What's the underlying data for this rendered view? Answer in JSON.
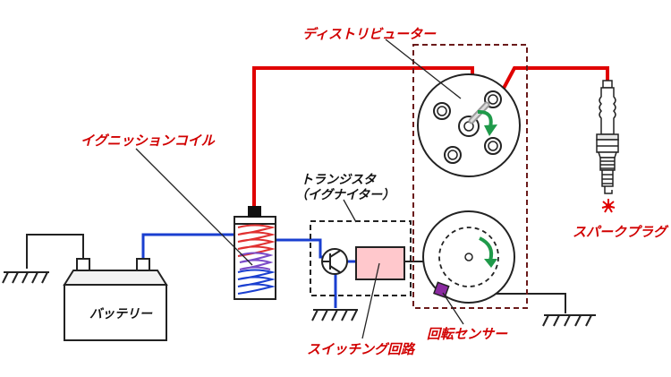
{
  "labels": {
    "distributor": "ディストリビューター",
    "ignition_coil": "イグニッションコイル",
    "transistor_line1": "トランジスタ",
    "transistor_line2": "（イグナイター）",
    "spark_plug": "スパークプラグ",
    "battery": "バッテリー",
    "switching_circuit": "スイッチング回路",
    "rotation_sensor": "回転センサー"
  },
  "colors": {
    "high_voltage_wire": "#e00000",
    "low_voltage_wire": "#1a3fd0",
    "label_red": "#d10000",
    "coil_primary": "#7a4bc8",
    "coil_secondary": "#e03030",
    "arrow": "#1f9a4a",
    "switch_box": "#ffc8cc",
    "sensor": "#8a2aa0"
  }
}
